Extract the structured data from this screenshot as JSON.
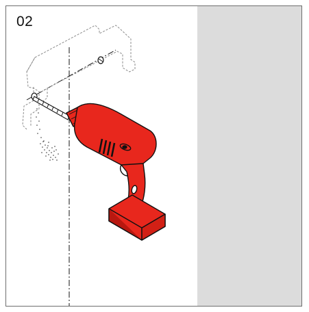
{
  "step": {
    "number": "02"
  },
  "colors": {
    "drill_body": "#e8271d",
    "drill_shadow": "#b81810",
    "outline": "#111111",
    "wall_side": "#dcdcdc",
    "bracket_dashed": "#8a8a8a"
  },
  "icons": {
    "drill": "power-drill-icon",
    "bracket": "wall-bracket-outline",
    "dust": "drill-dust"
  }
}
